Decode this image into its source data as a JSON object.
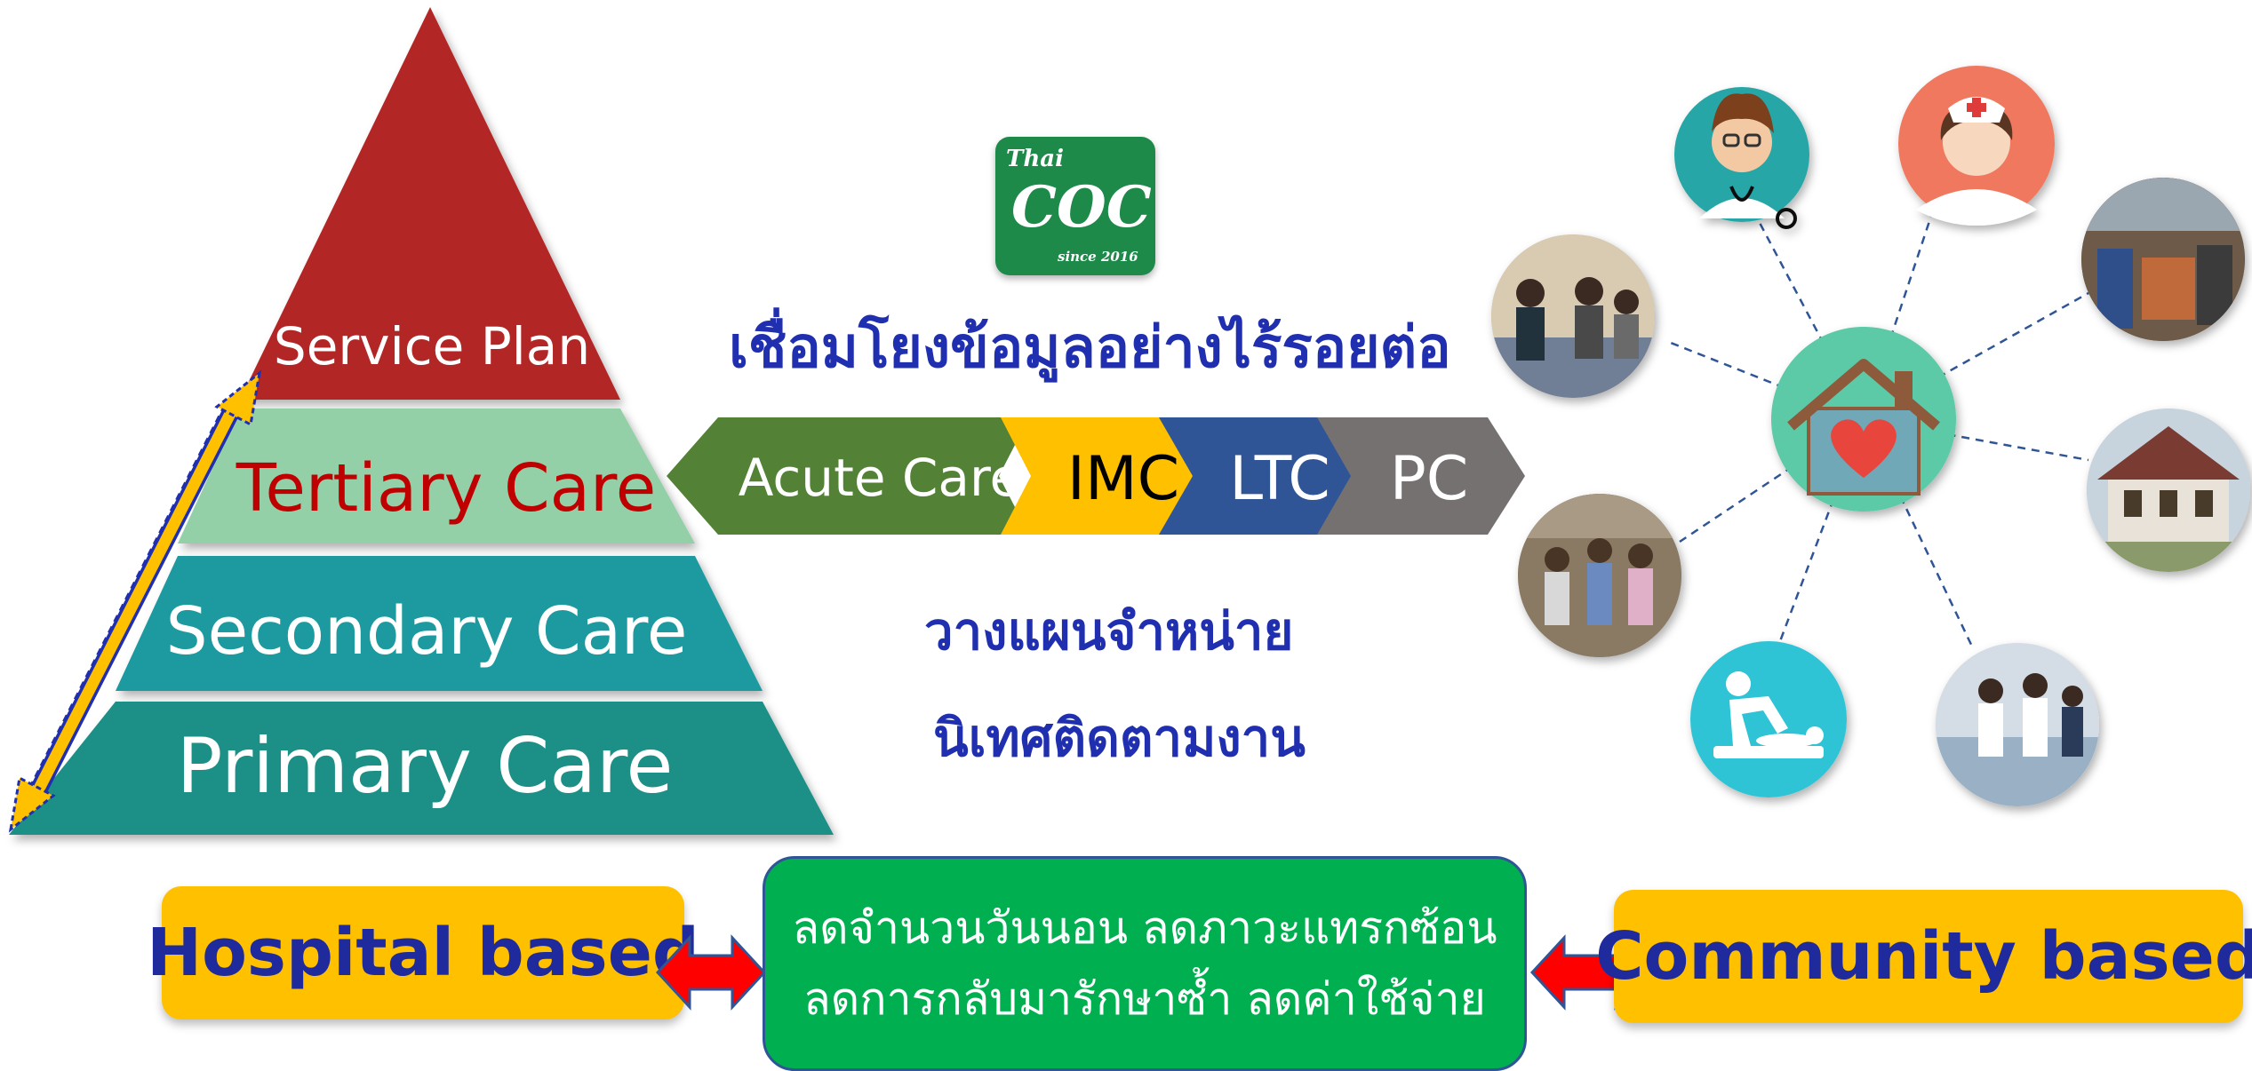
{
  "pyramid": {
    "apex_label": "Service Plan",
    "levels": [
      {
        "label": "Tertiary Care"
      },
      {
        "label": "Secondary Care"
      },
      {
        "label": "Primary Care"
      }
    ]
  },
  "logo": {
    "top_text": "Thai",
    "main_text": "COC",
    "since_text": "since 2016"
  },
  "center": {
    "headline": "เชื่อมโยงข้อมูลอย่างไร้รอยต่อ",
    "line2": "วางแผนจำหน่าย",
    "line3": "นิเทศติดตามงาน"
  },
  "care_chain": [
    "Acute Care",
    "IMC",
    "LTC",
    "PC"
  ],
  "bottom": {
    "left_label": "Hospital based",
    "right_label": "Community based",
    "middle_line1": "ลดจำนวนวันนอน  ลดภาวะแทรกซ้อน",
    "middle_line2": "ลดการกลับมารักษาซ้ำ  ลดค่าใช้จ่าย"
  },
  "network": {
    "hub_icon": "home-heart-icon",
    "nodes": [
      "doctor-icon",
      "nurse-icon",
      "community-photo-icon",
      "house-photo-icon",
      "ward-photo-icon",
      "physiotherapy-icon",
      "elderly-group-photo-icon",
      "home-visit-photo-icon"
    ]
  },
  "colors": {
    "apex": "#b22727",
    "tertiary": "#93cfa7",
    "secondary": "#1b9aa0",
    "primary": "#1e8f86",
    "acute": "#538135",
    "imc": "#ffc000",
    "ltc": "#2f5597",
    "pc": "#767171",
    "hub": "#5cc9a7",
    "arrow_red": "#ff0000"
  }
}
